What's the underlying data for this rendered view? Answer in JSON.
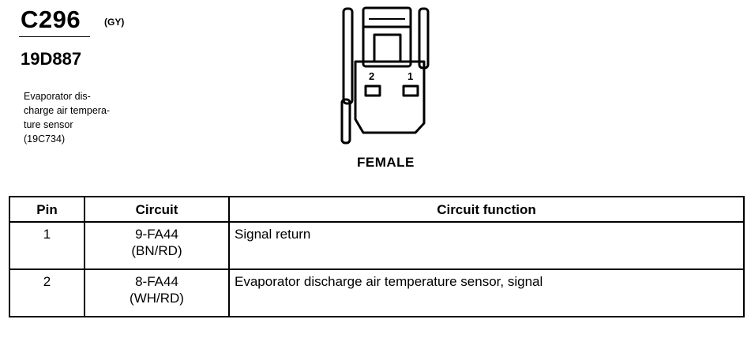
{
  "header": {
    "connector_id": "C296",
    "connector_color": "(GY)",
    "part_number": "19D887",
    "description_lines": [
      "Evaporator dis-",
      "charge air tempera-",
      "ture sensor",
      "(19C734)"
    ]
  },
  "diagram": {
    "pin_labels": [
      "2",
      "1"
    ],
    "gender_label": "FEMALE"
  },
  "table": {
    "headers": {
      "pin": "Pin",
      "circuit": "Circuit",
      "function": "Circuit function"
    },
    "rows": [
      {
        "pin": "1",
        "circuit": "9-FA44",
        "color": "(BN/RD)",
        "function": "Signal return"
      },
      {
        "pin": "2",
        "circuit": "8-FA44",
        "color": "(WH/RD)",
        "function": "Evaporator discharge air temperature sensor, signal"
      }
    ]
  }
}
